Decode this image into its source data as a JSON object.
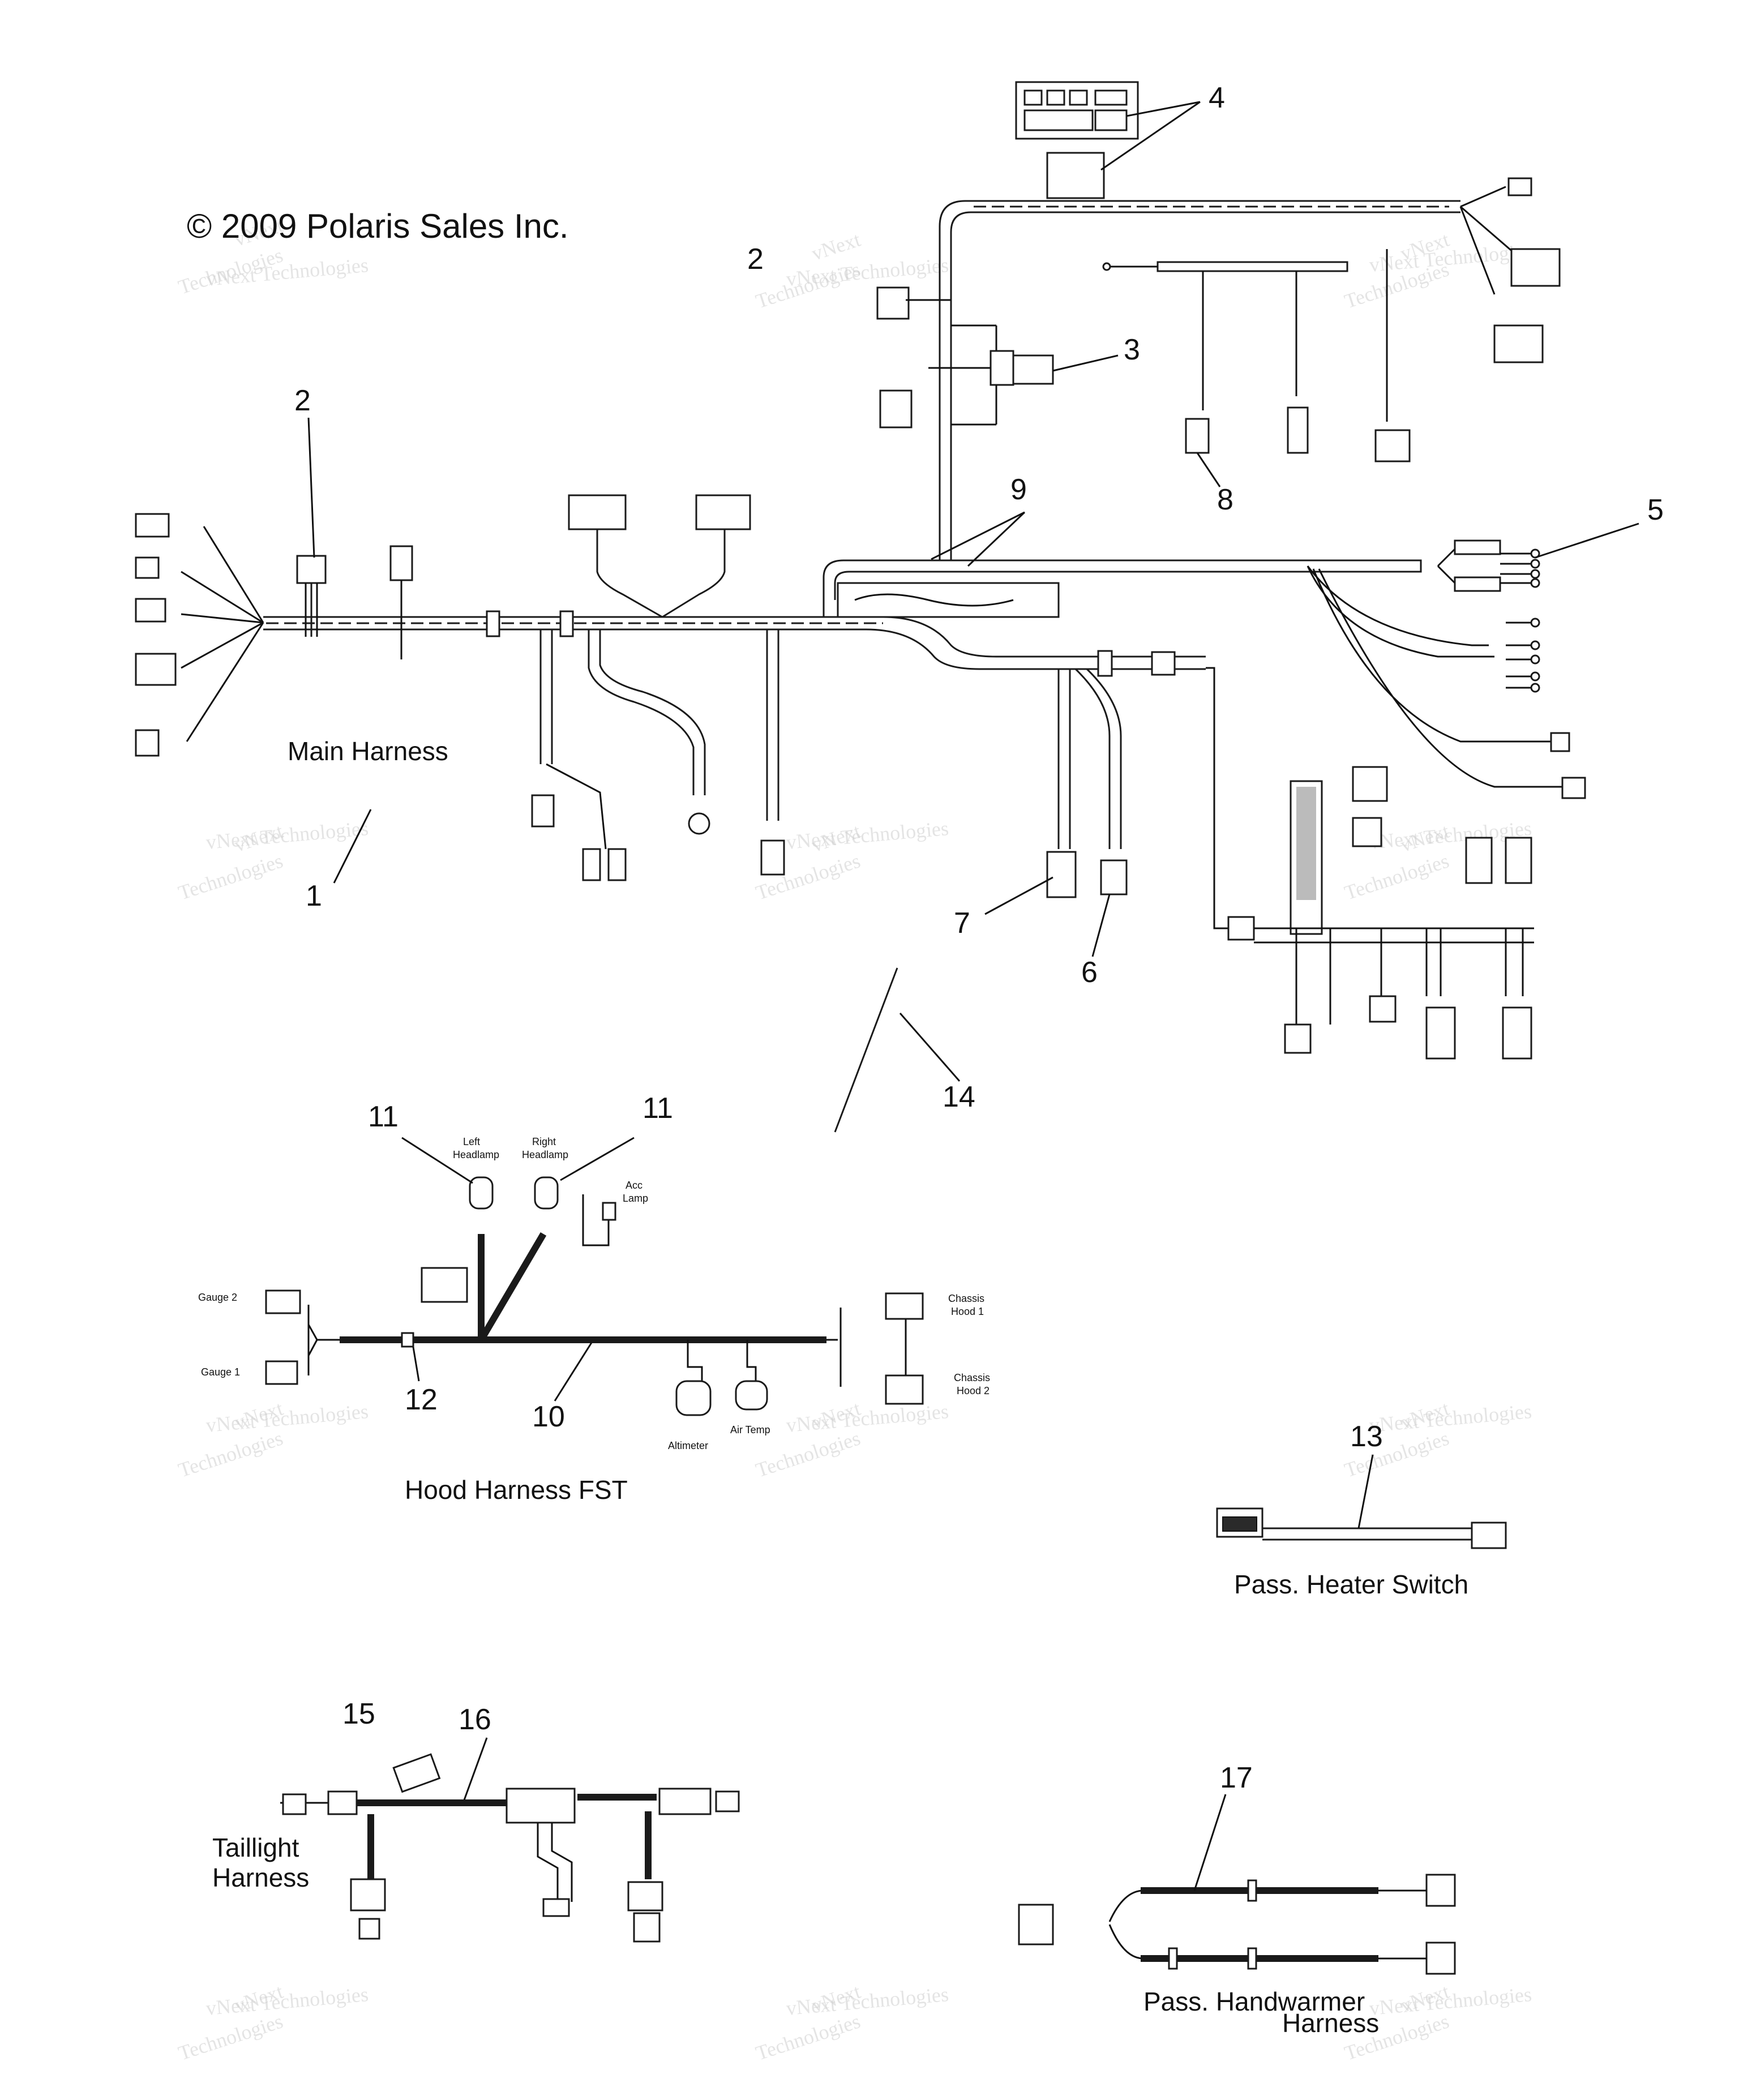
{
  "copyright": "© 2009 Polaris Sales Inc.",
  "watermark": {
    "line1": "vNext Technologies",
    "line2": "Technologies",
    "line3": "vNext"
  },
  "titles": {
    "main": "Main Harness",
    "hood": "Hood Harness FST",
    "heater": "Pass. Heater Switch",
    "taillight_1": "Taillight",
    "taillight_2": "Harness",
    "handwarmer_1": "Pass. Handwarmer",
    "handwarmer_2": "Harness"
  },
  "hood_labels": {
    "left_headlamp_1": "Left",
    "left_headlamp_2": "Headlamp",
    "right_headlamp_1": "Right",
    "right_headlamp_2": "Headlamp",
    "acc_1": "Acc",
    "acc_2": "Lamp",
    "gauge2": "Gauge 2",
    "gauge1": "Gauge 1",
    "chassis1_1": "Chassis",
    "chassis1_2": "Hood 1",
    "chassis2_1": "Chassis",
    "chassis2_2": "Hood 2",
    "altimeter": "Altimeter",
    "air_temp": "Air Temp"
  },
  "callouts": {
    "c1": "1",
    "c2a": "2",
    "c2b": "2",
    "c3": "3",
    "c4": "4",
    "c5": "5",
    "c6": "6",
    "c7": "7",
    "c8": "8",
    "c9": "9",
    "c10": "10",
    "c11a": "11",
    "c11b": "11",
    "c12": "12",
    "c13": "13",
    "c14": "14",
    "c15": "15",
    "c16": "16",
    "c17": "17"
  },
  "colors": {
    "line": "#1a1a1a",
    "watermark": "#cfcfcf"
  }
}
